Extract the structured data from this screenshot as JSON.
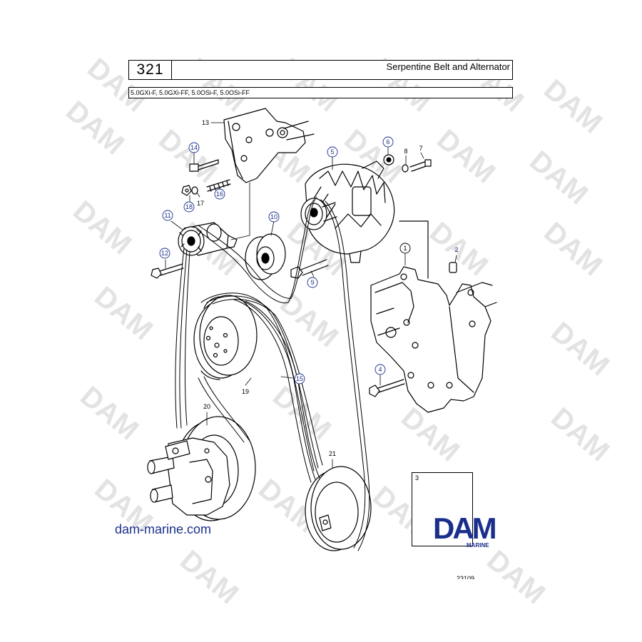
{
  "header": {
    "page_number": "321",
    "title": "Serpentine Belt and Alternator",
    "models": "5.0GXi-F, 5.0GXi-FF, 5.0OSi-F, 5.0OSi-FF"
  },
  "watermark": {
    "text": "DAM"
  },
  "callouts": {
    "c1": "1",
    "c2": "2",
    "c3": "3",
    "c4": "4",
    "c5": "5",
    "c6": "6",
    "c7": "7",
    "c8": "8",
    "c9": "9",
    "c10": "10",
    "c11": "11",
    "c12": "12",
    "c13": "13",
    "c14": "14",
    "c15": "15",
    "c16": "16",
    "c17": "17",
    "c18": "18",
    "c19": "19",
    "c20": "20",
    "c21": "21"
  },
  "footer": {
    "website": "dam-marine.com",
    "drawing_number": "23109",
    "brand": "DAM",
    "brand_sub": "MARINE"
  },
  "colors": {
    "callout_blue": "#1a2f8c",
    "line": "#000000",
    "watermark": "#e6e6e6"
  }
}
